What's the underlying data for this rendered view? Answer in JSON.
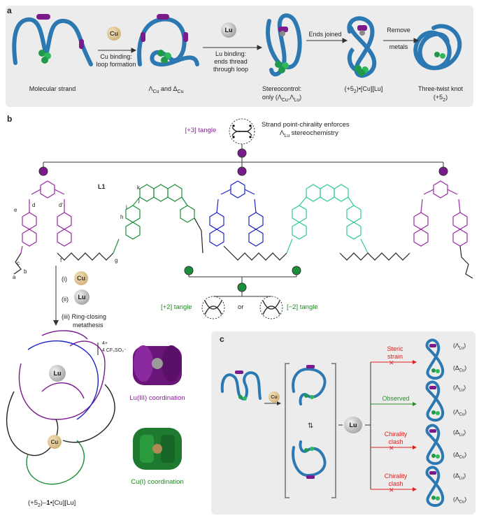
{
  "panel_a": {
    "label": "a",
    "captions": [
      {
        "text": "Molecular strand"
      },
      {
        "text": "Λ",
        "sub": "Cu",
        "mid": " and Δ",
        "sub2": "Cu"
      },
      {
        "text": "Stereocontrol:"
      },
      {
        "text": "only (Λ",
        "sub": "Cu",
        "mid": ",Λ",
        "sub2": "Lu",
        "end": ")"
      },
      {
        "text": "(+5",
        "sub": "2",
        "mid": ")•[Cu][Lu]"
      },
      {
        "text": "Three-twist knot"
      },
      {
        "text": "(+5",
        "sub": "2",
        "end": ")"
      }
    ],
    "arrows": [
      {
        "line1": "Cu binding:",
        "line2": "loop formation",
        "metal": "Cu"
      },
      {
        "line1": "Lu binding:",
        "line2": "ends thread",
        "line3": "through loop",
        "metal": "Lu"
      },
      {
        "line1": "Ends joined"
      },
      {
        "line1": "Remove",
        "line2": "metals"
      }
    ]
  },
  "panel_b": {
    "label": "b",
    "top_tangle": "[+3] tangle",
    "top_note_1": "Strand point-chirality enforces",
    "top_note_2": "Λ",
    "top_note_2_sub": "Lu",
    "top_note_2_end": " stereochemistry",
    "ligand_name": "L1",
    "atom_labels": [
      "a",
      "b",
      "c",
      "d",
      "d'",
      "e",
      "f",
      "g",
      "h",
      "i",
      "j",
      "k"
    ],
    "step1": "(i)",
    "step2": "(ii)",
    "step3": "(iii) Ring-closing",
    "step3b": "metathesis",
    "left_tangle": "[+2] tangle",
    "or_text": "or",
    "right_tangle": "[−2] tangle",
    "charge": "4+",
    "counterion": "4 CF₃SO₃⁻",
    "product_label_1": "(+5",
    "product_label_sub": "2",
    "product_label_2": ")–",
    "product_label_bold": "1",
    "product_label_3": "•[Cu][Lu]",
    "lu_coord": "Lu(III) coordination",
    "cu_coord": "Cu(I) coordination"
  },
  "panel_c": {
    "label": "c",
    "outcomes": [
      {
        "line1": "Steric",
        "line2": "strain",
        "color": "#e02020",
        "a": "(Λ",
        "a_sub": "Lu",
        "b": "(Δ",
        "b_sub": "Cu"
      },
      {
        "line1": "Observed",
        "line2": "",
        "color": "#2e8b2e",
        "a": "(Λ",
        "a_sub": "Lu",
        "b": "(Λ",
        "b_sub": "Cu"
      },
      {
        "line1": "Chirality",
        "line2": "clash",
        "color": "#e02020",
        "a": "(Δ",
        "a_sub": "Lu",
        "b": "(Δ",
        "b_sub": "Cu"
      },
      {
        "line1": "Chirality",
        "line2": "clash",
        "color": "#e02020",
        "a": "(Δ",
        "a_sub": "Lu",
        "b": "(Λ",
        "b_sub": "Cu"
      }
    ]
  },
  "metals": {
    "cu": "Cu",
    "lu": "Lu"
  },
  "colors": {
    "strand": "#2b78b3",
    "lu_site": "#7a1a8c",
    "cu_site": "#1f9a4a",
    "ligand_purple": "#9b2aa5",
    "ligand_green": "#1a8f3a",
    "ligand_blue": "#1b24c8",
    "ligand_teal": "#2fc79a"
  }
}
